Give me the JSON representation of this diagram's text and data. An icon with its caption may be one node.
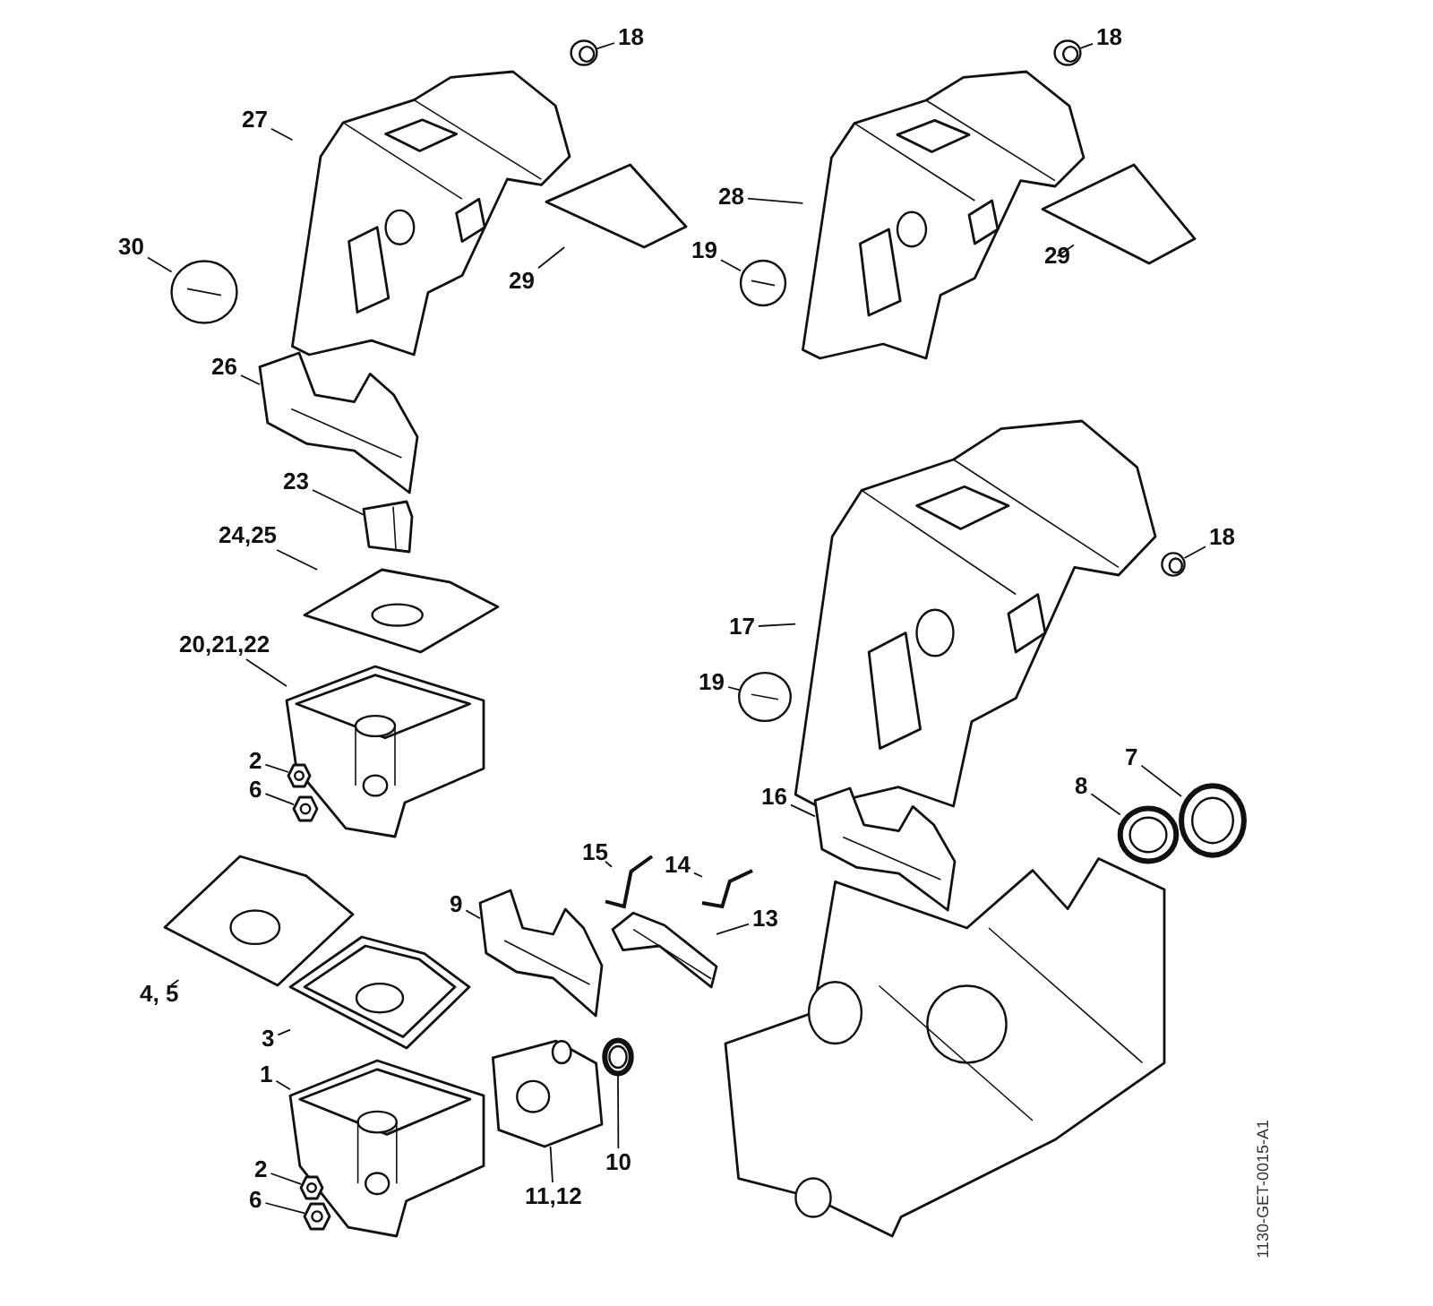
{
  "diagram": {
    "nodes": [
      {
        "text": [
          "27"
        ]
      },
      {
        "text": [],
        "shape": "picture"
      },
      {
        "text": [
          "18"
        ]
      },
      {
        "text": [],
        "shape": "picture"
      },
      {
        "text": [
          "30"
        ]
      },
      {
        "text": [],
        "shape": "picture"
      },
      {
        "text": [
          "29"
        ]
      },
      {
        "text": [],
        "shape": "picture"
      },
      {
        "text": [
          "28"
        ]
      },
      {
        "text": [],
        "shape": "picture"
      },
      {
        "text": [
          "19"
        ]
      },
      {
        "text": [],
        "shape": "picture"
      },
      {
        "text": [
          "18"
        ]
      },
      {
        "text": [],
        "shape": "picture"
      },
      {
        "text": [
          "29"
        ]
      },
      {
        "text": [],
        "shape": "picture"
      },
      {
        "text": [
          "26"
        ]
      },
      {
        "text": [],
        "shape": "picture"
      },
      {
        "text": [
          "23"
        ]
      },
      {
        "text": [],
        "shape": "picture"
      },
      {
        "text": [
          "24,25"
        ]
      },
      {
        "text": [],
        "shape": "picture"
      },
      {
        "text": [
          "20,21,22"
        ]
      },
      {
        "text": [],
        "shape": "picture"
      },
      {
        "text": [
          "18"
        ]
      },
      {
        "text": [],
        "shape": "picture"
      },
      {
        "text": [
          "17"
        ]
      },
      {
        "text": [],
        "shape": "picture"
      },
      {
        "text": [
          "19"
        ]
      },
      {
        "text": [],
        "shape": "picture"
      },
      {
        "text": [
          "2"
        ]
      },
      {
        "text": [],
        "shape": "picture"
      },
      {
        "text": [
          "6"
        ]
      },
      {
        "text": [],
        "shape": "picture"
      },
      {
        "text": [
          "16"
        ]
      },
      {
        "text": [],
        "shape": "picture"
      },
      {
        "text": [
          "8"
        ]
      },
      {
        "text": [],
        "shape": "picture"
      },
      {
        "text": [
          "7"
        ]
      },
      {
        "text": [],
        "shape": "picture"
      },
      {
        "text": [
          "15"
        ]
      },
      {
        "text": [],
        "shape": "picture"
      },
      {
        "text": [
          "14"
        ]
      },
      {
        "text": [],
        "shape": "picture"
      },
      {
        "text": [
          "9"
        ]
      },
      {
        "text": [],
        "shape": "picture"
      },
      {
        "text": [
          "13"
        ]
      },
      {
        "text": [],
        "shape": "picture"
      },
      {
        "text": [
          "4, 5"
        ]
      },
      {
        "text": [],
        "shape": "picture"
      },
      {
        "text": [
          "3"
        ]
      },
      {
        "text": [],
        "shape": "picture"
      },
      {
        "text": [
          "1"
        ]
      },
      {
        "text": [],
        "shape": "picture"
      },
      {
        "text": [
          "10"
        ]
      },
      {
        "text": [],
        "shape": "picture"
      },
      {
        "text": [
          "11,12"
        ]
      },
      {
        "text": [],
        "shape": "picture"
      },
      {
        "text": [
          "2"
        ]
      },
      {
        "text": [],
        "shape": "picture"
      },
      {
        "text": [
          "6"
        ]
      },
      {
        "text": [],
        "shape": "picture"
      }
    ],
    "edges": [
      {
        "from": 0,
        "to": 1,
        "arrow": "none"
      },
      {
        "from": 2,
        "to": 3,
        "arrow": "none"
      },
      {
        "from": 4,
        "to": 5,
        "arrow": "none"
      },
      {
        "from": 6,
        "to": 7,
        "arrow": "none"
      },
      {
        "from": 8,
        "to": 9,
        "arrow": "none"
      },
      {
        "from": 10,
        "to": 11,
        "arrow": "none"
      },
      {
        "from": 12,
        "to": 13,
        "arrow": "none"
      },
      {
        "from": 14,
        "to": 15,
        "arrow": "none"
      },
      {
        "from": 16,
        "to": 17,
        "arrow": "none"
      },
      {
        "from": 18,
        "to": 19,
        "arrow": "none"
      },
      {
        "from": 20,
        "to": 21,
        "arrow": "none"
      },
      {
        "from": 22,
        "to": 23,
        "arrow": "none"
      },
      {
        "from": 24,
        "to": 25,
        "arrow": "none"
      },
      {
        "from": 26,
        "to": 27,
        "arrow": "none"
      },
      {
        "from": 28,
        "to": 29,
        "arrow": "none"
      },
      {
        "from": 30,
        "to": 31,
        "arrow": "none"
      },
      {
        "from": 32,
        "to": 33,
        "arrow": "none"
      },
      {
        "from": 34,
        "to": 35,
        "arrow": "none"
      },
      {
        "from": 36,
        "to": 37,
        "arrow": "none"
      },
      {
        "from": 38,
        "to": 39,
        "arrow": "none"
      },
      {
        "from": 40,
        "to": 41,
        "arrow": "none"
      },
      {
        "from": 42,
        "to": 43,
        "arrow": "none"
      },
      {
        "from": 44,
        "to": 45,
        "arrow": "none"
      },
      {
        "from": 46,
        "to": 47,
        "arrow": "none"
      },
      {
        "from": 48,
        "to": 49,
        "arrow": "none"
      },
      {
        "from": 50,
        "to": 51,
        "arrow": "none"
      },
      {
        "from": 52,
        "to": 53,
        "arrow": "none"
      },
      {
        "from": 54,
        "to": 55,
        "arrow": "none"
      },
      {
        "from": 56,
        "to": 57,
        "arrow": "none"
      },
      {
        "from": 58,
        "to": 59,
        "arrow": "none"
      },
      {
        "from": 60,
        "to": 61,
        "arrow": "none"
      }
    ],
    "labels": [
      "1130-GET-0015-A1"
    ]
  }
}
